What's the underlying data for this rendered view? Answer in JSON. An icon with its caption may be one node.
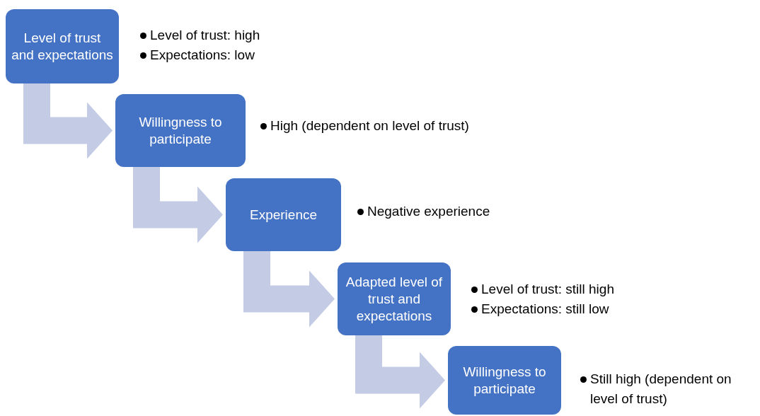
{
  "diagram": {
    "nodes": [
      {
        "text": [
          "Level of trust and expectations"
        ],
        "beside": [
          "Level of trust: high",
          "Expectations: low"
        ]
      },
      {
        "text": [
          "Willingness to participate"
        ],
        "beside": [
          "High (dependent on level of trust)"
        ]
      },
      {
        "text": [
          "Experience"
        ],
        "beside": [
          "Negative experience"
        ]
      },
      {
        "text": [
          "Adapted level of trust and expectations"
        ],
        "beside": [
          "Level of trust: still high",
          "Expectations: still low"
        ]
      },
      {
        "text": [
          "Willingness to participate"
        ],
        "beside": [
          "Still high (dependent on level of trust)"
        ]
      }
    ],
    "edges": [
      {
        "from": 0,
        "to": 1,
        "arrow": "to"
      },
      {
        "from": 1,
        "to": 2,
        "arrow": "to"
      },
      {
        "from": 2,
        "to": 3,
        "arrow": "to"
      },
      {
        "from": 3,
        "to": 4,
        "arrow": "to"
      }
    ]
  }
}
